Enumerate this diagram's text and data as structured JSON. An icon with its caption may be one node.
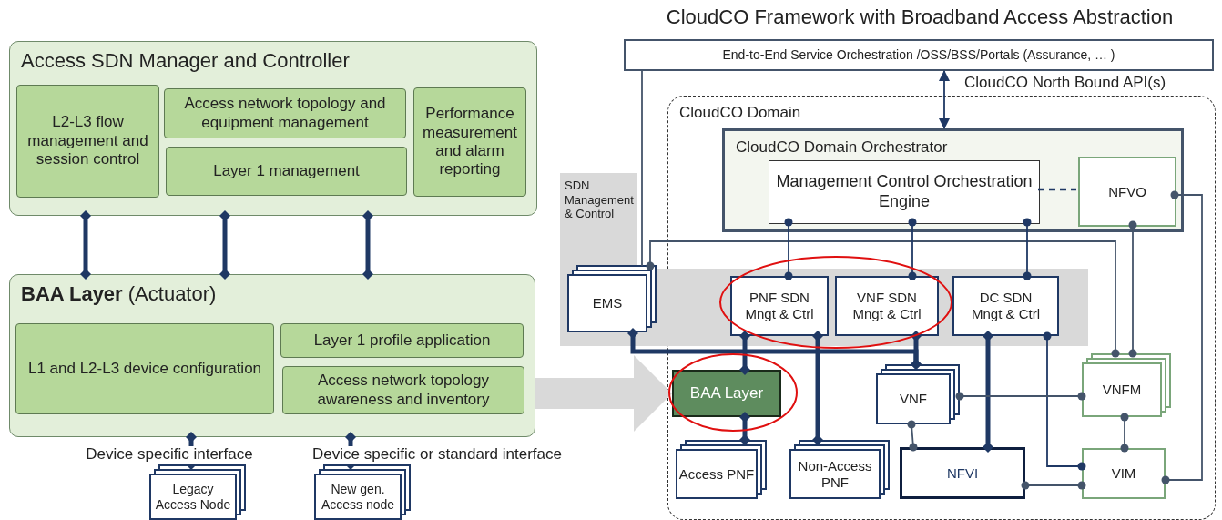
{
  "diagram": {
    "title": "CloudCO Framework with Broadband Access Abstraction",
    "nodes": [
      {
        "text": [
          "Access SDN Manager and Controller"
        ]
      },
      {
        "text": [
          "L2-L3 flow management and session control"
        ],
        "in": 0
      },
      {
        "text": [
          "Access network topology and equipment management"
        ],
        "in": 0
      },
      {
        "text": [
          "Layer 1 management"
        ],
        "in": 0
      },
      {
        "text": [
          "Performance measurement and alarm reporting"
        ],
        "in": 0
      },
      {
        "text": [
          "**BAA Layer** (Actuator)"
        ]
      },
      {
        "text": [
          "L1 and L2-L3 device configuration"
        ],
        "in": 5
      },
      {
        "text": [
          "Layer 1 profile application"
        ],
        "in": 5
      },
      {
        "text": [
          "Access network topology awareness and inventory"
        ],
        "in": 5
      },
      {
        "text": [
          "Legacy Access Node"
        ]
      },
      {
        "text": [
          "New gen. Access node"
        ]
      },
      {
        "text": [
          "End-to-End Service Orchestration /OSS/BSS/Portals (Assurance, … )"
        ]
      },
      {
        "text": [
          "CloudCO Domain"
        ]
      },
      {
        "text": [
          "CloudCO Domain Orchestrator"
        ],
        "in": 12
      },
      {
        "text": [
          "Management Control Orchestration Engine"
        ],
        "in": 13
      },
      {
        "text": [
          "NFVO"
        ],
        "in": 13
      },
      {
        "text": [
          "SDN Management & Control"
        ]
      },
      {
        "text": [
          "EMS"
        ],
        "in": 16
      },
      {
        "text": [
          "PNF SDN Mngt & Ctrl"
        ]
      },
      {
        "text": [
          "VNF SDN Mngt & Ctrl"
        ]
      },
      {
        "text": [
          "DC SDN Mngt & Ctrl"
        ]
      },
      {
        "text": [
          "BAA Layer"
        ],
        "in": 12
      },
      {
        "text": [
          "VNF"
        ],
        "in": 12
      },
      {
        "text": [
          "VNFM"
        ],
        "in": 12
      },
      {
        "text": [
          "Access PNF"
        ],
        "in": 12
      },
      {
        "text": [
          "Non-Access PNF"
        ],
        "in": 12
      },
      {
        "text": [
          "NFVI"
        ],
        "in": 12
      },
      {
        "text": [
          "VIM"
        ],
        "in": 12
      }
    ],
    "edges": [
      {
        "from": 0,
        "to": 5,
        "arrow": "other",
        "style": "thick"
      },
      {
        "from": 0,
        "to": 5,
        "arrow": "other",
        "style": "thick"
      },
      {
        "from": 0,
        "to": 5,
        "arrow": "other",
        "style": "thick"
      },
      {
        "from": 5,
        "to": 9,
        "arrow": "other",
        "style": "thick",
        "label": "Device specific interface"
      },
      {
        "from": 5,
        "to": 10,
        "arrow": "other",
        "style": "thick",
        "label": "Device specific or standard interface"
      },
      {
        "from": 5,
        "to": 21,
        "arrow": "to",
        "style": "thick",
        "color": "#d9d9d9"
      },
      {
        "from": 11,
        "to": 13,
        "arrow": "both",
        "label": "CloudCO North Bound API(s)"
      },
      {
        "from": 11,
        "to": 17,
        "arrow": "none",
        "color": "#44546a"
      },
      {
        "from": 17,
        "to": 23,
        "arrow": "other",
        "color": "#44546a"
      },
      {
        "from": 14,
        "to": 18,
        "arrow": "other"
      },
      {
        "from": 14,
        "to": 19,
        "arrow": "other"
      },
      {
        "from": 14,
        "to": 20,
        "arrow": "other"
      },
      {
        "from": 14,
        "to": 15,
        "arrow": "none",
        "style": "dashed"
      },
      {
        "from": 15,
        "to": 27,
        "arrow": "other",
        "color": "#44546a"
      },
      {
        "from": 15,
        "to": 23,
        "arrow": "other",
        "color": "#44546a"
      },
      {
        "from": 17,
        "to": 22,
        "arrow": "other",
        "style": "thick"
      },
      {
        "from": 19,
        "to": 22,
        "arrow": "other",
        "style": "thick"
      },
      {
        "from": 18,
        "to": 21,
        "arrow": "other",
        "style": "thick"
      },
      {
        "from": 21,
        "to": 24,
        "arrow": "other",
        "style": "thick"
      },
      {
        "from": 18,
        "to": 25,
        "arrow": "other",
        "style": "thick"
      },
      {
        "from": 20,
        "to": 26,
        "arrow": "other",
        "style": "thick"
      },
      {
        "from": 20,
        "to": 27,
        "arrow": "other"
      },
      {
        "from": 22,
        "to": 23,
        "arrow": "other",
        "color": "#44546a"
      },
      {
        "from": 22,
        "to": 26,
        "arrow": "other",
        "color": "#44546a"
      },
      {
        "from": 23,
        "to": 27,
        "arrow": "other",
        "color": "#44546a"
      },
      {
        "from": 26,
        "to": 27,
        "arrow": "other",
        "color": "#44546a"
      }
    ]
  }
}
